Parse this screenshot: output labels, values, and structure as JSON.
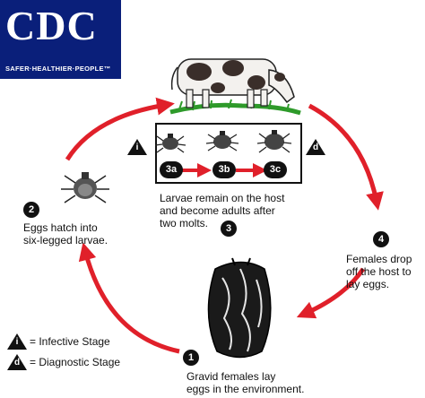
{
  "logo": {
    "name": "CDC",
    "tagline": "SAFER·HEALTHIER·PEOPLE™"
  },
  "stages": {
    "s1": {
      "num": "1",
      "text_l1": "Gravid females lay",
      "text_l2": "eggs in the environment."
    },
    "s2": {
      "num": "2",
      "text_l1": "Eggs hatch into",
      "text_l2": "six-legged larvae."
    },
    "s3": {
      "num": "3",
      "text_l1": "Larvae remain on the host",
      "text_l2": "and become adults after",
      "text_l3": "two molts."
    },
    "s4": {
      "num": "4",
      "text_l1": "Females drop",
      "text_l2": "off the host to",
      "text_l3": "lay eggs."
    }
  },
  "substages": [
    "3a",
    "3b",
    "3c"
  ],
  "markers": {
    "infective_symbol": "i",
    "diagnostic_symbol": "d"
  },
  "legend": {
    "infective": {
      "symbol": "i",
      "label": "= Infective Stage"
    },
    "diagnostic": {
      "symbol": "d",
      "label": "= Diagnostic Stage"
    }
  },
  "colors": {
    "arrow": "#e0202a",
    "logo_bg": "#0a1f7a",
    "grass": "#2e9a2a"
  }
}
